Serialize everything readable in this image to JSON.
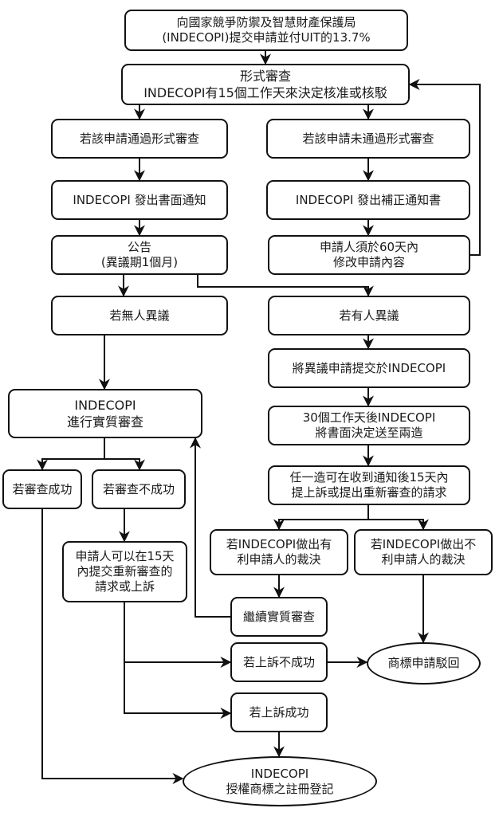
{
  "diagram": {
    "title": "INDECOPI trademark registration flowchart",
    "line_color": "#111111",
    "text_color": "#1a1a1a",
    "nodes": [
      {
        "id": "submit",
        "shape": "rounded",
        "text": "向國家競爭防禦及智慧財產保護局\n(INDECOPI)提交申請並付UIT的13.7%"
      },
      {
        "id": "formal_review",
        "shape": "rounded",
        "text": "形式審查\nINDECOPI有15個工作天來決定核准或核駁"
      },
      {
        "id": "pass_formal",
        "shape": "rounded",
        "text": "若該申請通過形式審查"
      },
      {
        "id": "fail_formal",
        "shape": "rounded",
        "text": "若該申請未通過形式審查"
      },
      {
        "id": "written_notice",
        "shape": "rounded",
        "text": "INDECOPI  發出書面通知"
      },
      {
        "id": "correction_notice",
        "shape": "rounded",
        "text": "INDECOPI 發出補正通知書"
      },
      {
        "id": "publication",
        "shape": "rounded",
        "text": "公告\n(異議期1個月)"
      },
      {
        "id": "amend_60days",
        "shape": "rounded",
        "text": "申請人須於60天內\n修改申請內容"
      },
      {
        "id": "no_opposition",
        "shape": "rounded",
        "text": "若無人異議"
      },
      {
        "id": "opposition",
        "shape": "rounded",
        "text": "若有人異議"
      },
      {
        "id": "file_opposition",
        "shape": "rounded",
        "text": "將異議申請提交於INDECOPI"
      },
      {
        "id": "substantive_exam",
        "shape": "rounded",
        "text": "INDECOPI\n進行實質審查"
      },
      {
        "id": "decision_30days",
        "shape": "rounded",
        "text": "30個工作天後INDECOPI\n將書面決定送至兩造"
      },
      {
        "id": "appeal_15days",
        "shape": "rounded",
        "text": "任一造可在收到通知後15天內\n提上訴或提出重新審查的請求"
      },
      {
        "id": "exam_success",
        "shape": "rounded",
        "text": "若審查成功"
      },
      {
        "id": "exam_fail",
        "shape": "rounded",
        "text": "若審查不成功"
      },
      {
        "id": "favorable",
        "shape": "rounded",
        "text": "若INDECOPI做出有\n利申請人的裁決"
      },
      {
        "id": "unfavorable",
        "shape": "rounded",
        "text": "若INDECOPI做出不\n利申請人的裁決"
      },
      {
        "id": "reconsider",
        "shape": "rounded",
        "text": "申請人可以在15天\n內提交重新審查的\n請求或上訴"
      },
      {
        "id": "continue_exam",
        "shape": "rounded",
        "text": "繼續實質審查"
      },
      {
        "id": "appeal_fail",
        "shape": "rounded",
        "text": "若上訴不成功"
      },
      {
        "id": "rejected",
        "shape": "ellipse",
        "text": "商標申請駁回"
      },
      {
        "id": "appeal_success",
        "shape": "rounded",
        "text": "若上訴成功"
      },
      {
        "id": "granted",
        "shape": "ellipse",
        "text": "INDECOPI\n授權商標之註冊登記"
      }
    ],
    "edges": [
      {
        "from": "submit",
        "to": "formal_review"
      },
      {
        "from": "formal_review",
        "to": "pass_formal"
      },
      {
        "from": "formal_review",
        "to": "fail_formal"
      },
      {
        "from": "pass_formal",
        "to": "written_notice"
      },
      {
        "from": "fail_formal",
        "to": "correction_notice"
      },
      {
        "from": "written_notice",
        "to": "publication"
      },
      {
        "from": "correction_notice",
        "to": "amend_60days"
      },
      {
        "from": "amend_60days",
        "to": "formal_review"
      },
      {
        "from": "publication",
        "to": "no_opposition"
      },
      {
        "from": "publication",
        "to": "opposition"
      },
      {
        "from": "opposition",
        "to": "file_opposition"
      },
      {
        "from": "file_opposition",
        "to": "decision_30days"
      },
      {
        "from": "no_opposition",
        "to": "substantive_exam"
      },
      {
        "from": "decision_30days",
        "to": "appeal_15days"
      },
      {
        "from": "substantive_exam",
        "to": "exam_success"
      },
      {
        "from": "substantive_exam",
        "to": "exam_fail"
      },
      {
        "from": "appeal_15days",
        "to": "favorable"
      },
      {
        "from": "appeal_15days",
        "to": "unfavorable"
      },
      {
        "from": "exam_fail",
        "to": "reconsider"
      },
      {
        "from": "favorable",
        "to": "continue_exam"
      },
      {
        "from": "continue_exam",
        "to": "substantive_exam"
      },
      {
        "from": "unfavorable",
        "to": "rejected"
      },
      {
        "from": "reconsider",
        "to": "appeal_fail"
      },
      {
        "from": "reconsider",
        "to": "appeal_success"
      },
      {
        "from": "appeal_fail",
        "to": "rejected"
      },
      {
        "from": "appeal_success",
        "to": "granted"
      },
      {
        "from": "exam_success",
        "to": "granted"
      }
    ]
  }
}
